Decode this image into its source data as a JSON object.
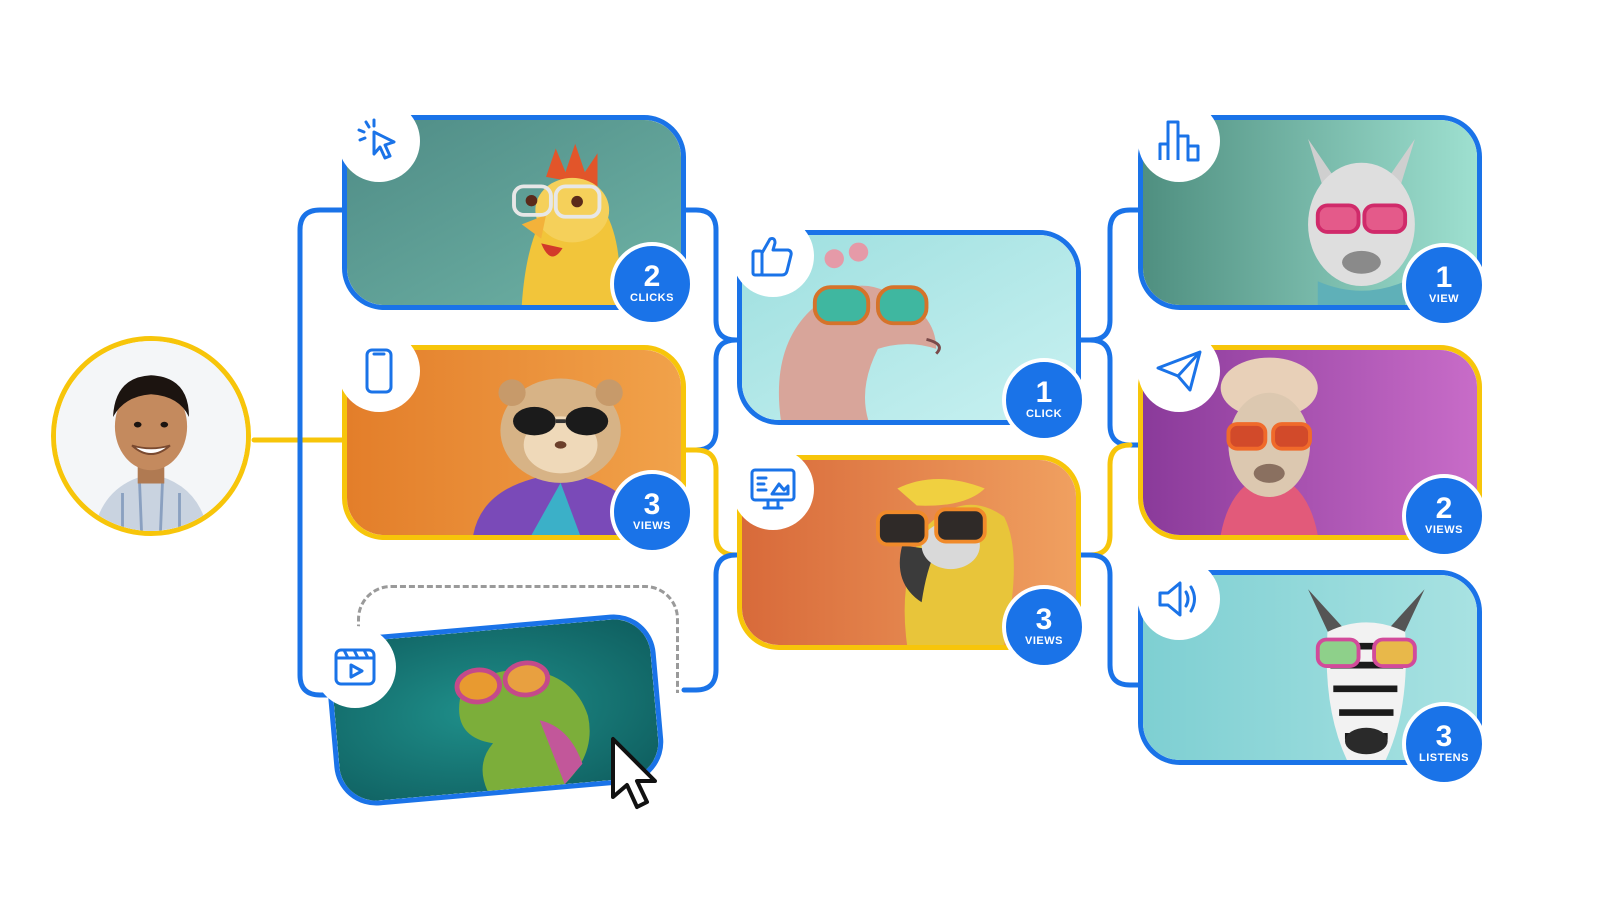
{
  "colors": {
    "blue": "#1a73e8",
    "yellow": "#f7c50a",
    "dashed": "#9a9a9a"
  },
  "person": {
    "icon": "smiling-man-avatar"
  },
  "cards": {
    "chicken": {
      "icon": "click-cursor-icon",
      "count": "2",
      "unit": "CLICKS",
      "border": "blue"
    },
    "hamster": {
      "icon": "phone-icon",
      "count": "3",
      "unit": "VIEWS",
      "border": "yellow"
    },
    "chameleon": {
      "icon": "video-player-icon",
      "border": "blue"
    },
    "seahorse": {
      "icon": "thumbs-up-icon",
      "count": "1",
      "unit": "CLICK",
      "border": "blue"
    },
    "parrot": {
      "icon": "desktop-monitor-icon",
      "count": "3",
      "unit": "VIEWS",
      "border": "yellow"
    },
    "llama": {
      "icon": "city-buildings-icon",
      "count": "1",
      "unit": "VIEW",
      "border": "blue"
    },
    "alpaca": {
      "icon": "paper-plane-icon",
      "count": "2",
      "unit": "VIEWS",
      "border": "yellow"
    },
    "zebra": {
      "icon": "speaker-icon",
      "count": "3",
      "unit": "LISTENS",
      "border": "blue"
    }
  },
  "cursor": {
    "icon": "mouse-pointer-icon"
  }
}
